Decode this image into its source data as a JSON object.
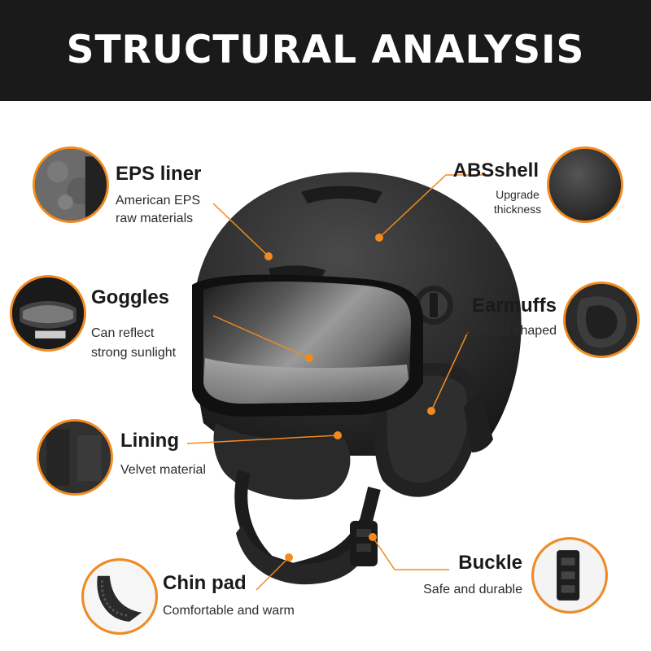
{
  "header": {
    "title": "STRUCTURAL ANALYSIS"
  },
  "colors": {
    "accent": "#f28a1e",
    "banner": "#1a1a1a",
    "helmet": "#2b2b2b",
    "visor": "#3a3a3a"
  },
  "callouts": {
    "eps_liner": {
      "title": "EPS liner",
      "line1": "American EPS",
      "line2": "raw materials",
      "icon": "eps-foam-texture"
    },
    "abs_shell": {
      "title": "ABSshell",
      "line1": "Upgrade",
      "line2": "thickness",
      "icon": "shell-surface"
    },
    "goggles": {
      "title": "Goggles",
      "line1": "Can reflect",
      "line2": "strong sunlight",
      "icon": "goggles-lens"
    },
    "earmuffs": {
      "title": "Earmuffs",
      "line1": "Deep U-shaped",
      "icon": "earmuff"
    },
    "lining": {
      "title": "Lining",
      "line1": "Velvet material",
      "icon": "velvet-lining"
    },
    "buckle": {
      "title": "Buckle",
      "line1": "Safe and durable",
      "icon": "buckle-clip"
    },
    "chin_pad": {
      "title": "Chin pad",
      "line1": "Comfortable and warm",
      "icon": "chin-pad"
    }
  }
}
